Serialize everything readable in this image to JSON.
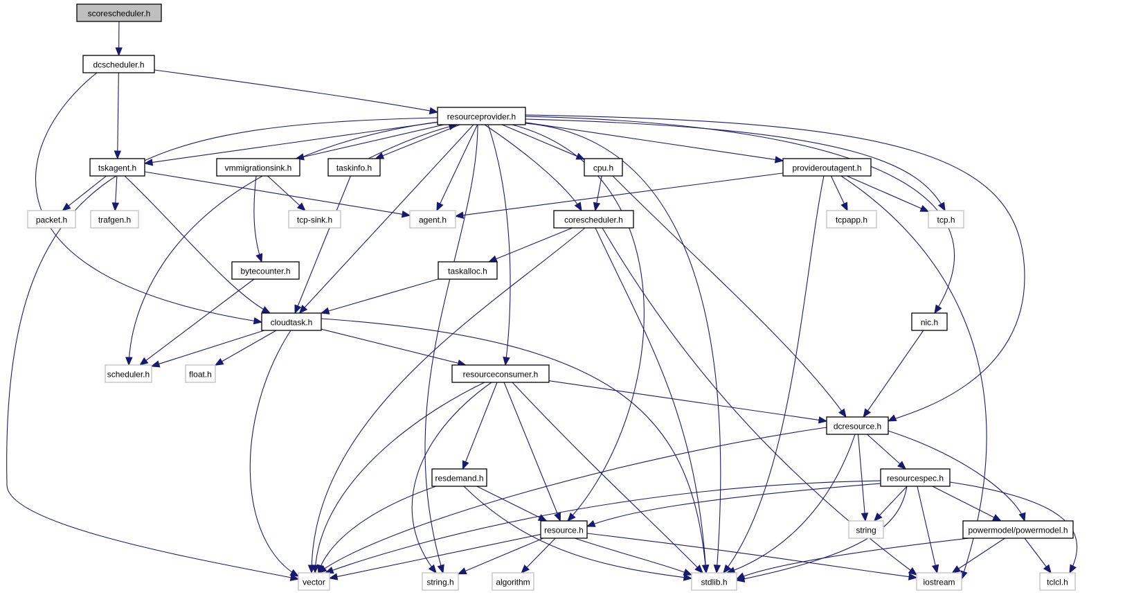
{
  "title": "scorescheduler.h include dependency graph",
  "colors": {
    "edge": "#191970",
    "root_fill": "#bfbfbf",
    "node_border": "#000000",
    "external_border": "#bfbfbf"
  },
  "nodes": [
    {
      "id": "scorescheduler",
      "label": "scorescheduler.h",
      "kind": "root"
    },
    {
      "id": "dcscheduler",
      "label": "dcscheduler.h",
      "kind": "documented"
    },
    {
      "id": "resourceprovider",
      "label": "resourceprovider.h",
      "kind": "documented"
    },
    {
      "id": "tskagent",
      "label": "tskagent.h",
      "kind": "documented"
    },
    {
      "id": "vmmigrationsink",
      "label": "vmmigrationsink.h",
      "kind": "documented"
    },
    {
      "id": "taskinfo",
      "label": "taskinfo.h",
      "kind": "documented"
    },
    {
      "id": "cpu",
      "label": "cpu.h",
      "kind": "documented"
    },
    {
      "id": "provideroutagent",
      "label": "provideroutagent.h",
      "kind": "documented"
    },
    {
      "id": "packet",
      "label": "packet.h",
      "kind": "external"
    },
    {
      "id": "trafgen",
      "label": "trafgen.h",
      "kind": "external"
    },
    {
      "id": "tcpsink",
      "label": "tcp-sink.h",
      "kind": "external"
    },
    {
      "id": "agent",
      "label": "agent.h",
      "kind": "external"
    },
    {
      "id": "corescheduler",
      "label": "corescheduler.h",
      "kind": "documented"
    },
    {
      "id": "tcpapp",
      "label": "tcpapp.h",
      "kind": "external"
    },
    {
      "id": "tcp",
      "label": "tcp.h",
      "kind": "external"
    },
    {
      "id": "bytecounter",
      "label": "bytecounter.h",
      "kind": "documented"
    },
    {
      "id": "taskalloc",
      "label": "taskalloc.h",
      "kind": "documented"
    },
    {
      "id": "cloudtask",
      "label": "cloudtask.h",
      "kind": "documented"
    },
    {
      "id": "nic",
      "label": "nic.h",
      "kind": "documented"
    },
    {
      "id": "scheduler",
      "label": "scheduler.h",
      "kind": "external"
    },
    {
      "id": "float",
      "label": "float.h",
      "kind": "external"
    },
    {
      "id": "resourceconsumer",
      "label": "resourceconsumer.h",
      "kind": "documented"
    },
    {
      "id": "dcresource",
      "label": "dcresource.h",
      "kind": "documented"
    },
    {
      "id": "resdemand",
      "label": "resdemand.h",
      "kind": "documented"
    },
    {
      "id": "resourcespec",
      "label": "resourcespec.h",
      "kind": "documented"
    },
    {
      "id": "resource",
      "label": "resource.h",
      "kind": "documented"
    },
    {
      "id": "string",
      "label": "string",
      "kind": "external"
    },
    {
      "id": "powermodel",
      "label": "powermodel/powermodel.h",
      "kind": "documented"
    },
    {
      "id": "vector",
      "label": "vector",
      "kind": "external"
    },
    {
      "id": "stringh",
      "label": "string.h",
      "kind": "external"
    },
    {
      "id": "algorithm",
      "label": "algorithm",
      "kind": "external"
    },
    {
      "id": "stdlib",
      "label": "stdlib.h",
      "kind": "external"
    },
    {
      "id": "iostream",
      "label": "iostream",
      "kind": "external"
    },
    {
      "id": "tclcl",
      "label": "tclcl.h",
      "kind": "external"
    }
  ],
  "edges": [
    [
      "scorescheduler",
      "dcscheduler"
    ],
    [
      "dcscheduler",
      "resourceprovider"
    ],
    [
      "dcscheduler",
      "tskagent"
    ],
    [
      "dcscheduler",
      "cloudtask"
    ],
    [
      "resourceprovider",
      "tskagent"
    ],
    [
      "resourceprovider",
      "vmmigrationsink"
    ],
    [
      "resourceprovider",
      "taskinfo"
    ],
    [
      "resourceprovider",
      "cpu"
    ],
    [
      "resourceprovider",
      "provideroutagent"
    ],
    [
      "resourceprovider",
      "agent"
    ],
    [
      "resourceprovider",
      "corescheduler"
    ],
    [
      "resourceprovider",
      "tcp"
    ],
    [
      "resourceprovider",
      "nic"
    ],
    [
      "resourceprovider",
      "cloudtask"
    ],
    [
      "resourceprovider",
      "scheduler"
    ],
    [
      "resourceprovider",
      "resourceconsumer"
    ],
    [
      "resourceprovider",
      "dcresource"
    ],
    [
      "resourceprovider",
      "resource"
    ],
    [
      "resourceprovider",
      "vector"
    ],
    [
      "resourceprovider",
      "stringh"
    ],
    [
      "resourceprovider",
      "stdlib"
    ],
    [
      "taskinfo",
      "resourceprovider"
    ],
    [
      "taskinfo",
      "cloudtask"
    ],
    [
      "tskagent",
      "packet"
    ],
    [
      "tskagent",
      "trafgen"
    ],
    [
      "tskagent",
      "agent"
    ],
    [
      "tskagent",
      "cloudtask"
    ],
    [
      "vmmigrationsink",
      "tcpsink"
    ],
    [
      "vmmigrationsink",
      "bytecounter"
    ],
    [
      "bytecounter",
      "scheduler"
    ],
    [
      "cpu",
      "corescheduler"
    ],
    [
      "cpu",
      "dcresource"
    ],
    [
      "provideroutagent",
      "agent"
    ],
    [
      "provideroutagent",
      "tcpapp"
    ],
    [
      "provideroutagent",
      "tcp"
    ],
    [
      "provideroutagent",
      "stdlib"
    ],
    [
      "provideroutagent",
      "iostream"
    ],
    [
      "corescheduler",
      "taskalloc"
    ],
    [
      "corescheduler",
      "vector"
    ],
    [
      "corescheduler",
      "stdlib"
    ],
    [
      "corescheduler",
      "iostream"
    ],
    [
      "taskalloc",
      "cloudtask"
    ],
    [
      "cloudtask",
      "scheduler"
    ],
    [
      "cloudtask",
      "float"
    ],
    [
      "cloudtask",
      "resourceconsumer"
    ],
    [
      "cloudtask",
      "vector"
    ],
    [
      "cloudtask",
      "stdlib"
    ],
    [
      "nic",
      "dcresource"
    ],
    [
      "resourceconsumer",
      "dcresource"
    ],
    [
      "resourceconsumer",
      "resdemand"
    ],
    [
      "resourceconsumer",
      "resource"
    ],
    [
      "resourceconsumer",
      "vector"
    ],
    [
      "resourceconsumer",
      "stringh"
    ],
    [
      "resourceconsumer",
      "stdlib"
    ],
    [
      "dcresource",
      "resourcespec"
    ],
    [
      "dcresource",
      "string"
    ],
    [
      "dcresource",
      "powermodel"
    ],
    [
      "dcresource",
      "vector"
    ],
    [
      "dcresource",
      "stdlib"
    ],
    [
      "resdemand",
      "resource"
    ],
    [
      "resdemand",
      "vector"
    ],
    [
      "resdemand",
      "stdlib"
    ],
    [
      "resourcespec",
      "resource"
    ],
    [
      "resourcespec",
      "string"
    ],
    [
      "resourcespec",
      "powermodel"
    ],
    [
      "resourcespec",
      "vector"
    ],
    [
      "resourcespec",
      "stdlib"
    ],
    [
      "resourcespec",
      "iostream"
    ],
    [
      "resourcespec",
      "tclcl"
    ],
    [
      "resource",
      "vector"
    ],
    [
      "resource",
      "stringh"
    ],
    [
      "resource",
      "algorithm"
    ],
    [
      "resource",
      "stdlib"
    ],
    [
      "resource",
      "iostream"
    ],
    [
      "powermodel",
      "stdlib"
    ],
    [
      "powermodel",
      "iostream"
    ],
    [
      "powermodel",
      "tclcl"
    ]
  ]
}
